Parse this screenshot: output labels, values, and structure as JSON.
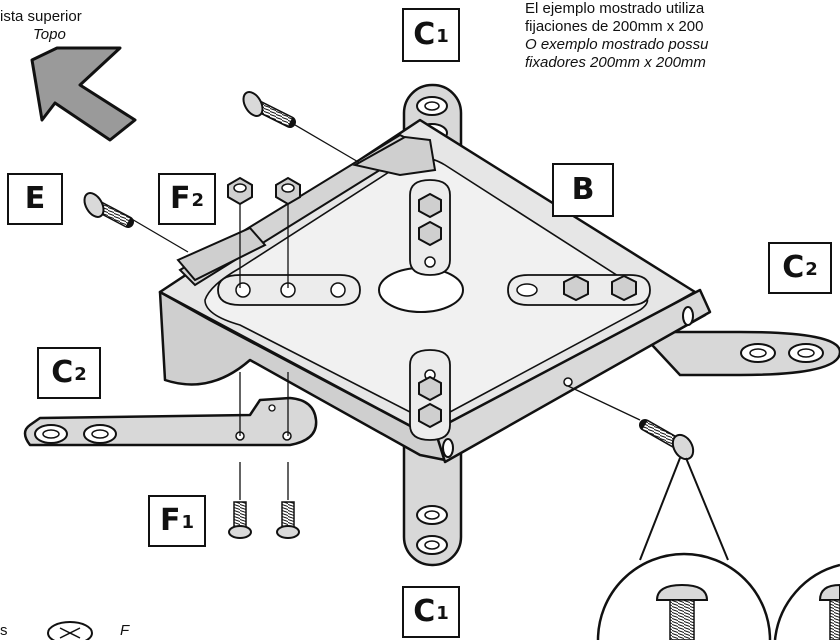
{
  "header": {
    "view_label": "ista superior",
    "view_label_alt": "Topo",
    "note_line1": "El ejemplo mostrado utiliza",
    "note_line2": "fijaciones de 200mm x 200",
    "note_line3": "O exemplo mostrado possu",
    "note_line4": "fixadores 200mm x 200mm"
  },
  "parts": {
    "c1_top": {
      "letter": "C",
      "sub": "1"
    },
    "c1_bottom": {
      "letter": "C",
      "sub": "1"
    },
    "c2_left": {
      "letter": "C",
      "sub": "2"
    },
    "c2_right": {
      "letter": "C",
      "sub": "2"
    },
    "b": {
      "letter": "B"
    },
    "e": {
      "letter": "E"
    },
    "f1": {
      "letter": "F",
      "sub": "1"
    },
    "f2": {
      "letter": "F",
      "sub": "2"
    }
  },
  "footer": {
    "partial_left": "s",
    "partial_mid": "F"
  }
}
